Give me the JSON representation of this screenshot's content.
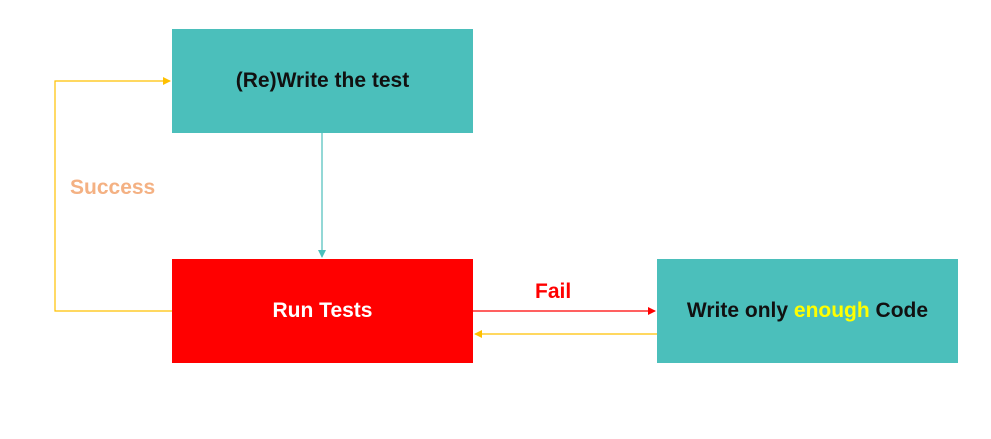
{
  "nodes": {
    "rewrite_test": {
      "label": "(Re)Write the test"
    },
    "run_tests": {
      "label": "Run Tests"
    },
    "write_code": {
      "prefix": "Write only ",
      "highlight": "enough",
      "suffix": " Code"
    }
  },
  "edges": {
    "success": {
      "label": "Success",
      "color": "#f4b183"
    },
    "fail": {
      "label": "Fail",
      "color": "#ff0000"
    }
  },
  "colors": {
    "teal_box": "#4bbfbb",
    "run_box": "#ff0000",
    "highlight_text": "#ffff00",
    "teal_arrow": "#4bbfbb",
    "yellow_arrow": "#ffc000",
    "red_arrow": "#ff0000"
  }
}
